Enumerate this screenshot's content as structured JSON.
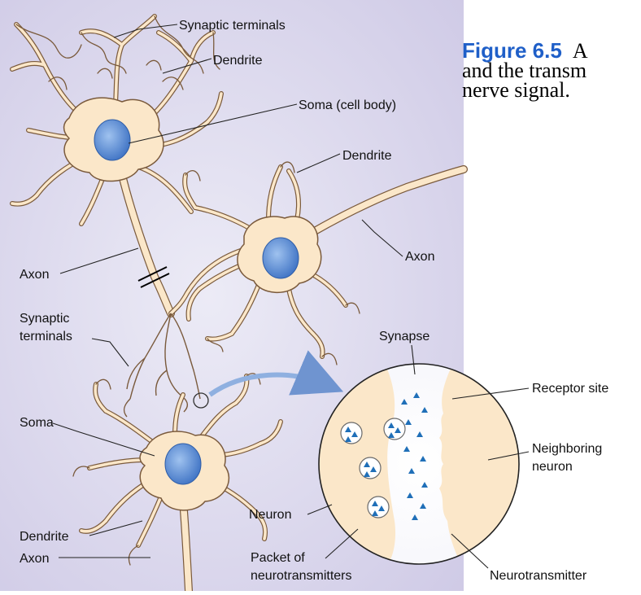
{
  "figure": {
    "number": "Figure 6.5",
    "caption_lines": [
      "A",
      "and the transm",
      "nerve signal."
    ]
  },
  "labels": {
    "synaptic_terminals_top": "Synaptic terminals",
    "dendrite_top": "Dendrite",
    "soma_cell_body": "Soma (cell body)",
    "dendrite_middle": "Dendrite",
    "axon_right": "Axon",
    "axon_left": "Axon",
    "synaptic_terminals_left_1": "Synaptic",
    "synaptic_terminals_left_2": "terminals",
    "synapse": "Synapse",
    "soma": "Soma",
    "dendrite_bottom": "Dendrite",
    "axon_bottom": "Axon",
    "receptor_site": "Receptor site",
    "neighboring_neuron_1": "Neighboring",
    "neighboring_neuron_2": "neuron",
    "neuron": "Neuron",
    "packet_1": "Packet of",
    "packet_2": "neurotransmitters",
    "neurotransmitter": "Neurotransmitter"
  },
  "colors": {
    "panel_background": "#d8d4ec",
    "neuron_fill": "#fbe7c9",
    "neuron_stroke": "#7a5a3c",
    "nucleus": "#6f9ad6",
    "neurotransmitter": "#1f6fb8",
    "caption_accent": "#1f5fc8"
  }
}
